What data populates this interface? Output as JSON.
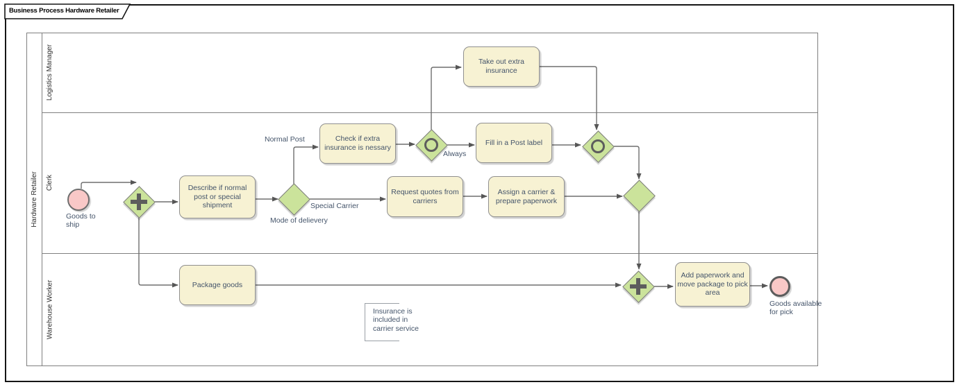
{
  "diagram": {
    "title": "Business Process Hardware Retailer",
    "pool": {
      "name": "Hardware Retailer"
    },
    "lanes": [
      {
        "name": "Logistics Manager"
      },
      {
        "name": "Clerk"
      },
      {
        "name": "Warehouse Worker"
      }
    ],
    "tasks": {
      "describe": "Describe if normal post or special shipment",
      "check_insurance": "Check if extra insurance is nessary",
      "take_out_insurance": "Take out extra insurance",
      "fill_post_label": "Fill in a Post label",
      "request_quotes": "Request quotes from carriers",
      "assign_carrier": "Assign a carrier & prepare paperwork",
      "package_goods": "Package goods",
      "add_paperwork": "Add paperwork and move package to pick area"
    },
    "events": {
      "start": "Goods to ship",
      "end": "Goods available for pick"
    },
    "gateway_labels": {
      "mode_of_delivery": "Mode of delievery",
      "always": "Always"
    },
    "flow_labels": {
      "normal_post": "Normal Post",
      "special_carrier": "Special Carrier"
    },
    "annotation": "Insurance is included in carrier service",
    "palette": {
      "task_fill": "#F7F2D3",
      "gateway_fill": "#CBE39B",
      "event_fill": "#F9C8C7",
      "marker_color": "#5D5D5D",
      "connector_color": "#6E6E6E",
      "text_color": "#44546A",
      "lane_border": "#7F7F7F"
    }
  }
}
